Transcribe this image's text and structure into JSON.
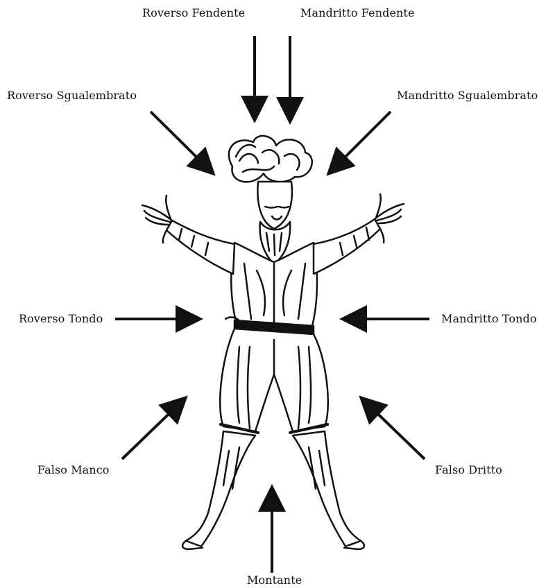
{
  "cuts": {
    "roverso_fendente": "Roverso Fendente",
    "mandritto_fendente": "Mandritto Fendente",
    "roverso_squalembrato": "Roverso Sgualembrato",
    "mandritto_squalembrato": "Mandritto Sgualembrato",
    "roverso_tondo": "Roverso Tondo",
    "mandritto_tondo": "Mandritto Tondo",
    "falso_manco": "Falso Manco",
    "falso_dritto": "Falso Dritto",
    "montante": "Montante"
  }
}
